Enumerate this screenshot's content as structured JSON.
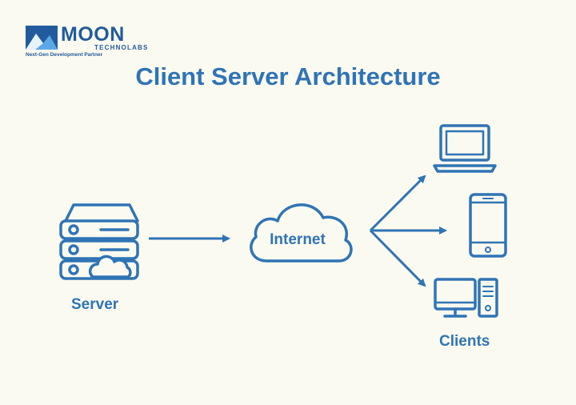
{
  "logo": {
    "name": "MOON",
    "sub": "TECHNOLABS",
    "tagline": "Next-Gen Development Partner",
    "icon": "moon-technolabs-logo-icon"
  },
  "title": "Client Server Architecture",
  "nodes": {
    "server": {
      "label": "Server",
      "icon": "server-rack-icon"
    },
    "internet": {
      "label": "Internet",
      "icon": "cloud-icon"
    },
    "clients": {
      "label": "Clients",
      "devices": [
        {
          "icon": "laptop-icon"
        },
        {
          "icon": "smartphone-icon"
        },
        {
          "icon": "desktop-computer-icon"
        }
      ]
    }
  },
  "colors": {
    "primary": "#2f74b5",
    "logo": "#225b9d",
    "background": "#fbfaf0"
  }
}
